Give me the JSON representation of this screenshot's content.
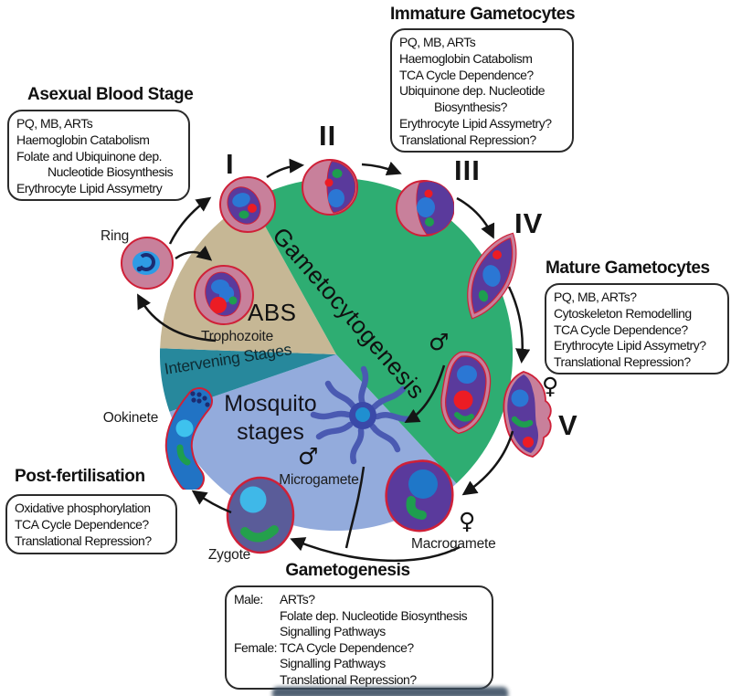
{
  "figure": {
    "boxes": {
      "immature": {
        "title": "Immature Gametocytes",
        "lines": [
          "PQ, MB, ARTs",
          "Haemoglobin Catabolism",
          "TCA Cycle Dependence?",
          "Ubiquinone dep. Nucleotide",
          "Biosynthesis?",
          "Erythrocyte Lipid Assymetry?",
          "Translational Repression?"
        ]
      },
      "asexual": {
        "title": "Asexual Blood Stage",
        "lines": [
          "PQ, MB, ARTs",
          "Haemoglobin Catabolism",
          "Folate and Ubiquinone dep.",
          "Nucleotide Biosynthesis",
          "Erythrocyte Lipid Assymetry"
        ]
      },
      "mature": {
        "title": "Mature Gametocytes",
        "lines": [
          "PQ, MB, ARTs?",
          "Cytoskeleton Remodelling",
          "TCA Cycle Dependence?",
          "Erythrocyte Lipid Assymetry?",
          "Translational Repression?"
        ]
      },
      "postfert": {
        "title": "Post-fertilisation",
        "lines": [
          "Oxidative phosphorylation",
          "TCA Cycle Dependence?",
          "Translational Repression?"
        ]
      },
      "gametogenesis": {
        "title": "Gametogenesis",
        "male_label": "Male:",
        "male_lines": [
          "ARTs?",
          "Folate dep. Nucleotide Biosynthesis",
          "Signalling Pathways"
        ],
        "female_label": "Female:",
        "female_lines": [
          "TCA Cycle Dependence?",
          "Signalling Pathways",
          "Translational Repression?"
        ]
      }
    },
    "segments": {
      "gametocytogenesis": "Gametocytogenesis",
      "abs": "ABS",
      "intervening": "Intervening Stages",
      "mosquito_line1": "Mosquito",
      "mosquito_line2": "stages"
    },
    "stages": {
      "ring": "Ring",
      "trophozoite": "Trophozoite",
      "numeral_1": "I",
      "numeral_2": "II",
      "numeral_3": "III",
      "numeral_4": "IV",
      "numeral_5": "V",
      "microgamete": "Microgamete",
      "macrogamete": "Macrogamete",
      "zygote": "Zygote",
      "ookinete": "Ookinete"
    },
    "symbols": {
      "male": "♂",
      "female": "♀"
    },
    "colors": {
      "gametocytogenesis_green": "#2EAD72",
      "abs_tan": "#C6B795",
      "intervening_teal": "#27889C",
      "mosquito_blue": "#93ABDC",
      "cell_pink": "#C8809B",
      "cell_purple": "#5A3A9C",
      "nucleus_blue": "#2B77D4",
      "red": "#EC1C24",
      "organelle_green": "#1E9E4F",
      "outline_red": "#CF2038"
    }
  }
}
